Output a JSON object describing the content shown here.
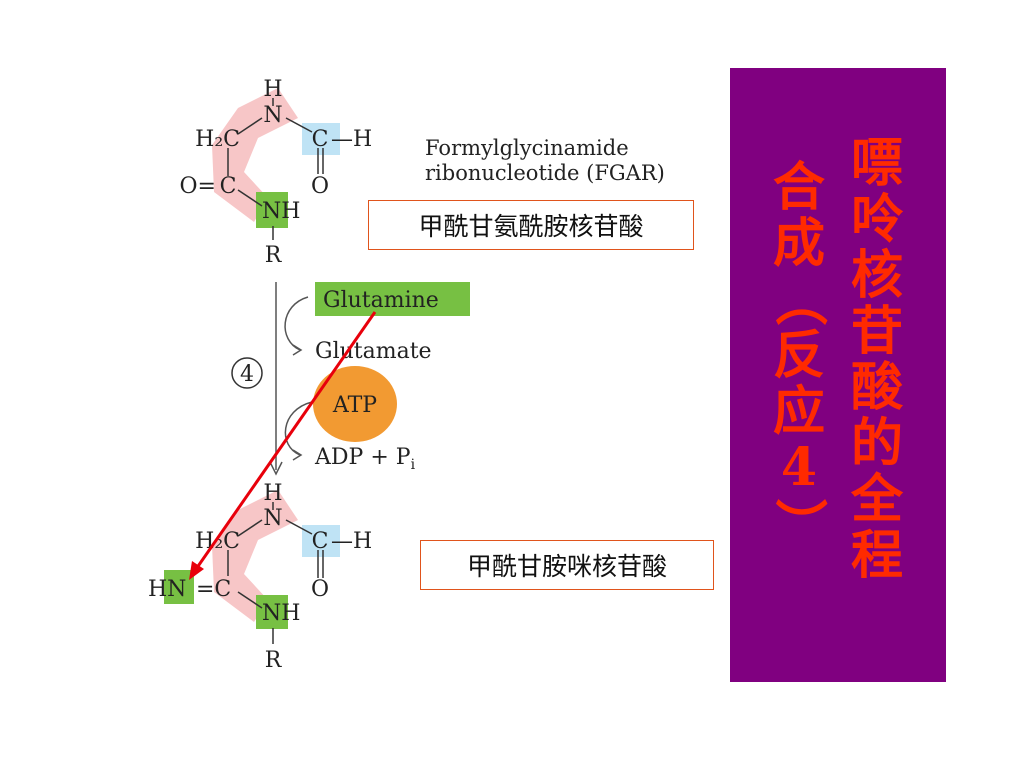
{
  "top_molecule": {
    "atoms": {
      "h_top": "H",
      "n_top": "N",
      "h2c": "H₂C",
      "c_formyl": "C",
      "h_right": "—H",
      "o_formyl": "O",
      "o_left": "O=",
      "c_left": "C",
      "nh": "NH",
      "r": "R"
    }
  },
  "fgar_name_en": [
    "Formylglycinamide",
    "ribonucleotide (FGAR)"
  ],
  "fgar_name_cn": "甲酰甘氨酰胺核苷酸",
  "reaction": {
    "step": "4",
    "glutamine": "Glutamine",
    "glutamate": "Glutamate",
    "atp": "ATP",
    "adp": "ADP + P",
    "adp_sub": "i"
  },
  "bottom_molecule": {
    "atoms": {
      "h_top": "H",
      "n_top": "N",
      "h2c": "H₂C",
      "c_formyl": "C",
      "h_right": "—H",
      "o_formyl": "O",
      "hn": "HN",
      "eq_c": "=C",
      "nh": "NH",
      "r": "R"
    }
  },
  "fgam_name_cn": "甲酰甘胺咪核苷酸",
  "title_panel": {
    "col_right": [
      "嘌",
      "呤",
      "核",
      "苷",
      "酸",
      "的",
      "全",
      "程"
    ],
    "col_left": [
      "合",
      "成",
      "（",
      "反",
      "应",
      "4",
      "）"
    ]
  },
  "colors": {
    "panel": "#800080",
    "title_text": "#ff2a00",
    "pink": "#f7c6c7",
    "green": "#77c043",
    "blue": "#bfe3f5",
    "atp": "#f29a32",
    "arrow": "#e8000b"
  }
}
